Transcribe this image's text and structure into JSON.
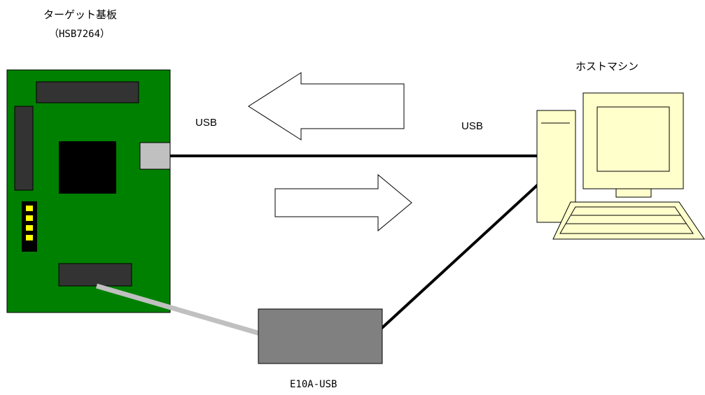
{
  "target_board": {
    "title": "ターゲット基板",
    "model": "（HSB7264）"
  },
  "host_machine": {
    "title": "ホストマシン"
  },
  "connections": {
    "usb_left_label": "USB",
    "usb_right_label": "USB"
  },
  "emulator": {
    "label": "E10A-USB"
  },
  "colors": {
    "board_green": "#008000",
    "component_dark": "#333333",
    "chip_black": "#000000",
    "usb_port_gray": "#c0c0c0",
    "led_yellow": "#ffff00",
    "emulator_gray": "#808080",
    "cable_gray": "#c0c0c0",
    "monitor_cream": "#ffffcc"
  }
}
